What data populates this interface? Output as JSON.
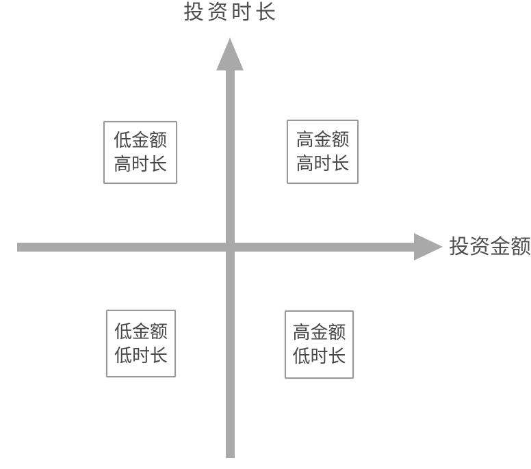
{
  "diagram": {
    "type": "quadrant-matrix",
    "y_axis_label": "投资时长",
    "x_axis_label": "投资金额",
    "quadrants": {
      "top_left": {
        "line1": "低金额",
        "line2": "高时长"
      },
      "top_right": {
        "line1": "高金额",
        "line2": "高时长"
      },
      "bottom_left": {
        "line1": "低金额",
        "line2": "低时长"
      },
      "bottom_right": {
        "line1": "高金额",
        "line2": "低时长"
      }
    },
    "colors": {
      "axis": "#a9a9a9",
      "box_border": "#999999",
      "text": "#474747",
      "axis_title_text": "#4f4f4f",
      "background": "#ffffff"
    }
  }
}
